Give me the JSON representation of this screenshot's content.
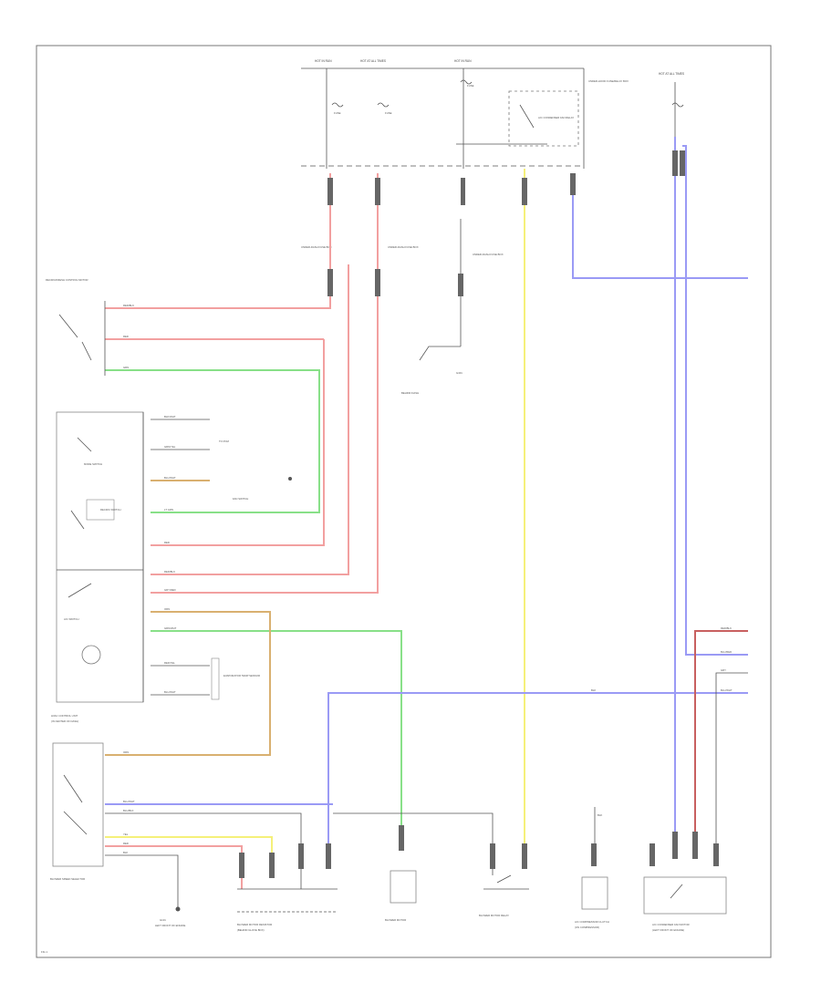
{
  "colors": {
    "red": "#f2a0a0",
    "green": "#88e088",
    "blue": "#9a9af5",
    "yellow": "#f5f07a",
    "orange": "#d9b070",
    "gray": "#999999",
    "dark_red": "#c86060"
  },
  "labels": {
    "top_fuse_a": "HOT IN RUN",
    "top_fuse_b": "HOT AT ALL TIMES",
    "top_fuse_c": "HOT IN RUN",
    "top_fuse_d": "HOT AT ALL TIMES",
    "relay_box": "UNDER-HOOD FUSE/RELAY BOX",
    "relay_label": "A/C CONDENSER FAN RELAY",
    "fuse_1": "FUSE",
    "fuse_2": "FUSE",
    "fuse_3": "FUSE",
    "mid_1": "UNDER-DASH FUSE BOX",
    "mid_2": "UNDER-DASH FUSE BOX",
    "mid_3": "UNDER-DASH FUSE BOX",
    "ground_1": "G401",
    "ground_1b": "BEHIND DASH",
    "left_top": "RECIRC/FRESH CONTROL MOTOR",
    "mode_switch": "MODE SWITCH",
    "blower_sw": "FAN SWITCH",
    "recirc_sw": "RECIRC SWITCH",
    "ac_sw": "A/C SWITCH",
    "pcm_label": "TO PCM",
    "sensor_label": "EVAPORATOR TEMP SENSOR",
    "hvac_unit": "HVAC CONTROL UNIT",
    "hvac_unit_b": "(IN CENTER OF DASH)",
    "blower_switch": "BLOWER SPEED SELECTOR",
    "blower_resistor": "BLOWER MOTOR RESISTOR",
    "blower_resistor_b": "(BEHIND GLOVE BOX)",
    "blower_motor": "BLOWER MOTOR",
    "blower_relay": "BLOWER MOTOR RELAY",
    "compressor": "A/C COMPRESSOR CLUTCH",
    "compressor_b": "(ON COMPRESSOR)",
    "cond_fan": "A/C CONDENSER FAN MOTOR",
    "cond_fan_b": "(LEFT FRONT OF ENGINE)",
    "ground_2": "G101",
    "ground_2b": "LEFT FRONT OF ENGINE",
    "page_id": "FIG 1"
  },
  "wire_tags": {
    "w1": "RED/BLK",
    "w2": "RED",
    "w3": "GRN",
    "w4": "BLK/WHT",
    "w5": "GRN/YEL",
    "w6": "BLU/WHT",
    "w7": "LT GRN",
    "w8": "RED",
    "w9": "RED/BLK",
    "w10": "GRY/RED",
    "w11": "ORN",
    "w12": "GRN/WHT",
    "w13": "RED/YEL",
    "w14": "BLU/WHT",
    "w15": "ORN",
    "w16": "BLU/WHT",
    "w17": "BLU/BLK",
    "w18": "YEL",
    "w19": "RED",
    "w20": "BLK",
    "w21": "RED/BLK",
    "w22": "BLU/RED",
    "w23": "GRY",
    "w24": "BLU/WHT",
    "w25": "BLK",
    "w26": "BLK"
  }
}
